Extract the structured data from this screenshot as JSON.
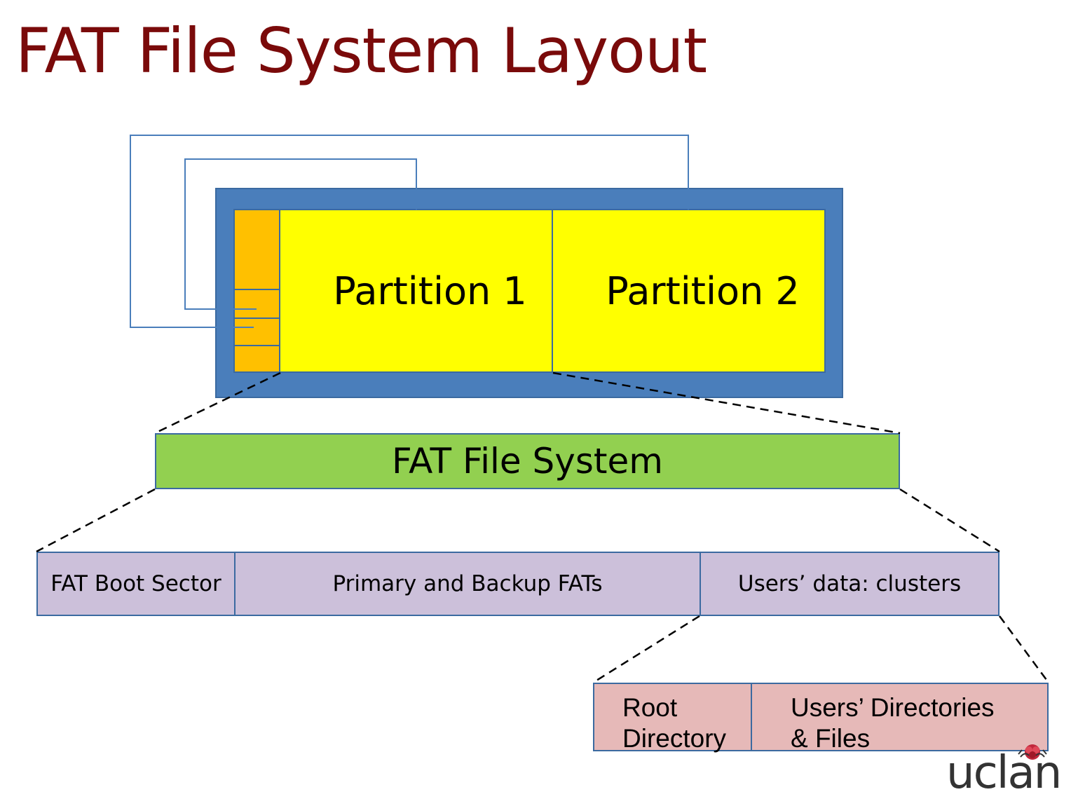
{
  "title": "FAT File System Layout",
  "disk": {
    "partitions": [
      {
        "label": "Partition 1"
      },
      {
        "label": "Partition 2"
      }
    ]
  },
  "filesystem": {
    "label": "FAT File System"
  },
  "fat_layout": [
    {
      "label": "FAT Boot Sector"
    },
    {
      "label": "Primary and Backup FATs"
    },
    {
      "label": "Users’ data: clusters"
    }
  ],
  "data_area": [
    {
      "line1": "Root",
      "line2": "Directory"
    },
    {
      "line1": "Users’ Directories",
      "line2": "& Files"
    }
  ],
  "logo": {
    "text": "uclan"
  },
  "colors": {
    "title": "#7a0a0a",
    "disk": "#4a7ebb",
    "mbr": "#ffc000",
    "partition": "#ffff00",
    "filesystem": "#92d050",
    "fat_row": "#ccc0da",
    "data_row": "#e6b9b8"
  }
}
